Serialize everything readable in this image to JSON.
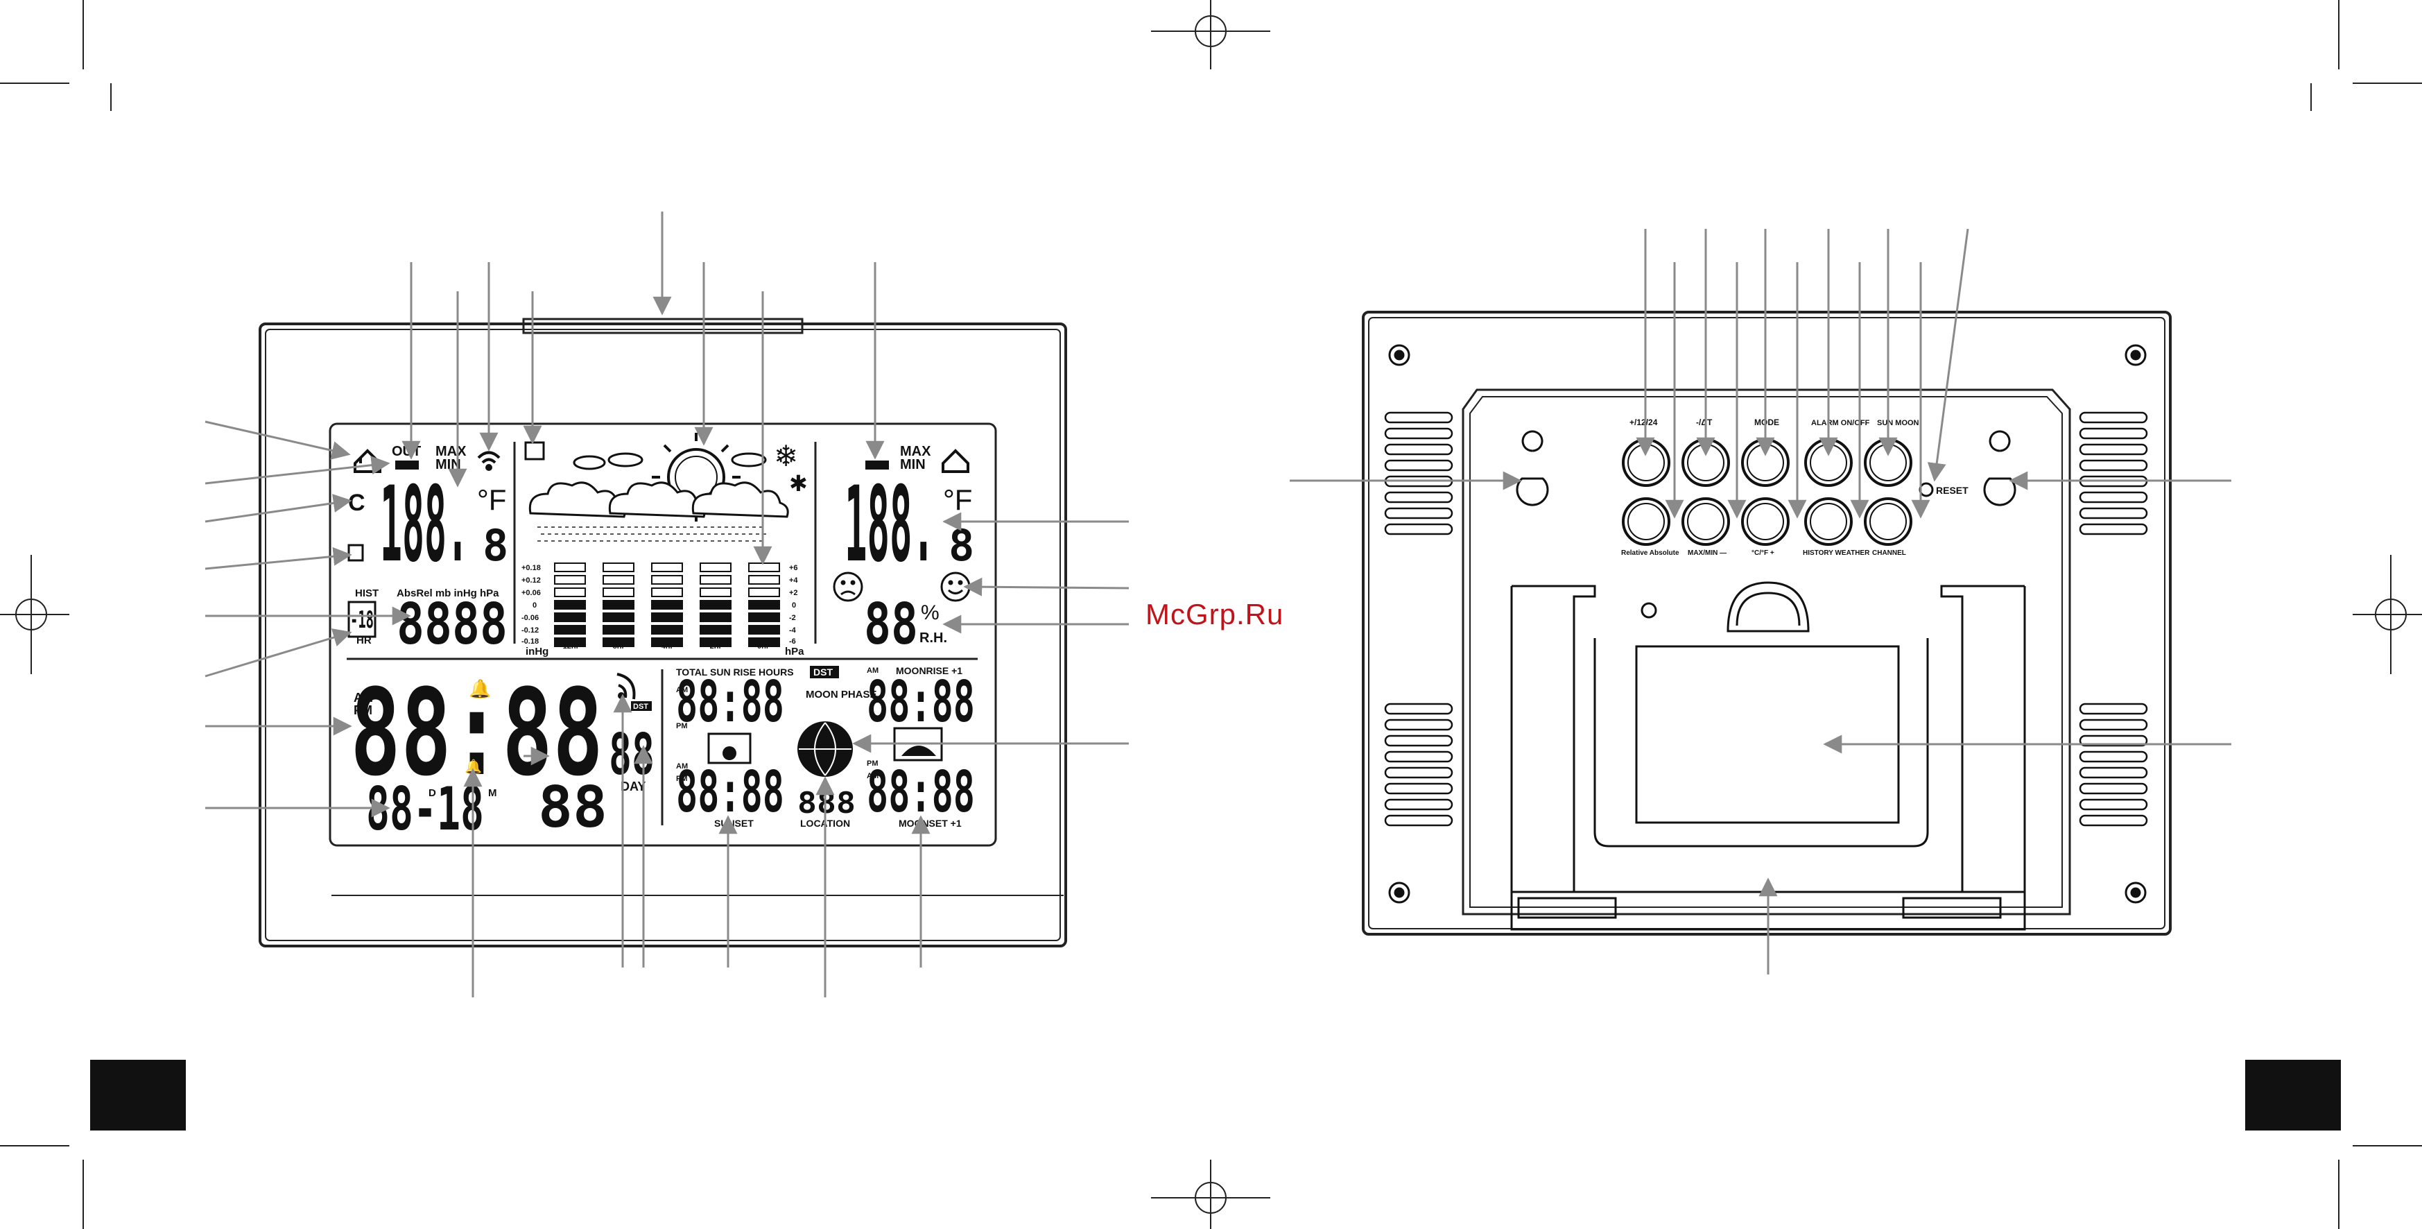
{
  "watermark": "McGrp.Ru",
  "front": {
    "outdoor": {
      "out_label": "OUT",
      "max_label": "MAX",
      "min_label": "MIN",
      "temp_value": "188.",
      "temp_decimal": "8",
      "unit": "°F"
    },
    "forecast_icons": [
      "cloud-icon",
      "sun-icon",
      "rain-icon",
      "snowflake-icon",
      "lightning-icon"
    ],
    "pressure": {
      "hist_label": "HIST",
      "hist_value": "-18",
      "hr_label": "HR",
      "units_label": "AbsRel mb inHg hPa",
      "value": "8888",
      "bargraph": {
        "left_scale": [
          "+0.18",
          "+0.12",
          "+0.06",
          "0",
          "-0.06",
          "-0.12",
          "-0.18"
        ],
        "right_scale": [
          "+6",
          "+4",
          "+2",
          "0",
          "-2",
          "-4",
          "-6"
        ],
        "times": [
          "-12hr",
          "-8hr",
          "-4hr",
          "-2hr",
          "0hr"
        ],
        "left_unit": "inHg",
        "right_unit": "hPa"
      }
    },
    "indoor": {
      "max_label": "MAX",
      "min_label": "MIN",
      "temp_value": "188.",
      "temp_decimal": "8",
      "unit": "°F",
      "humidity_value": "88",
      "humidity_unit": "%",
      "humidity_label": "R.H."
    },
    "clock": {
      "am": "AM",
      "pm": "PM",
      "time": "88:88",
      "seconds": "88",
      "date": "88-18",
      "day_marker": "D",
      "month_marker": "M",
      "weekday": "88",
      "day_label": "DAY",
      "dst_label": "DST"
    },
    "astro": {
      "total_sun_label": "TOTAL SUN RISE HOURS",
      "total_sun_value": "88:88",
      "dst_badge": "DST",
      "am": "AM",
      "pm": "PM",
      "sunset_value": "88:88",
      "sunset_label": "SUNSET",
      "moon_phase_label": "MOON PHASE",
      "location_value": "888",
      "location_label": "LOCATION",
      "moonrise_label": "MOONRISE +1",
      "moonrise_value": "88:88",
      "moonset_value": "88:88",
      "moonset_label": "MOONSET +1"
    }
  },
  "back": {
    "buttons_top": [
      "+/12/24",
      "-/ΔT",
      "MODE",
      "ALARM ON/OFF",
      "SUN MOON"
    ],
    "buttons_bottom": [
      "Relative Absolute",
      "MAX/MIN —",
      "°C/°F +",
      "HISTORY WEATHER",
      "CHANNEL"
    ],
    "reset_label": "RESET"
  }
}
